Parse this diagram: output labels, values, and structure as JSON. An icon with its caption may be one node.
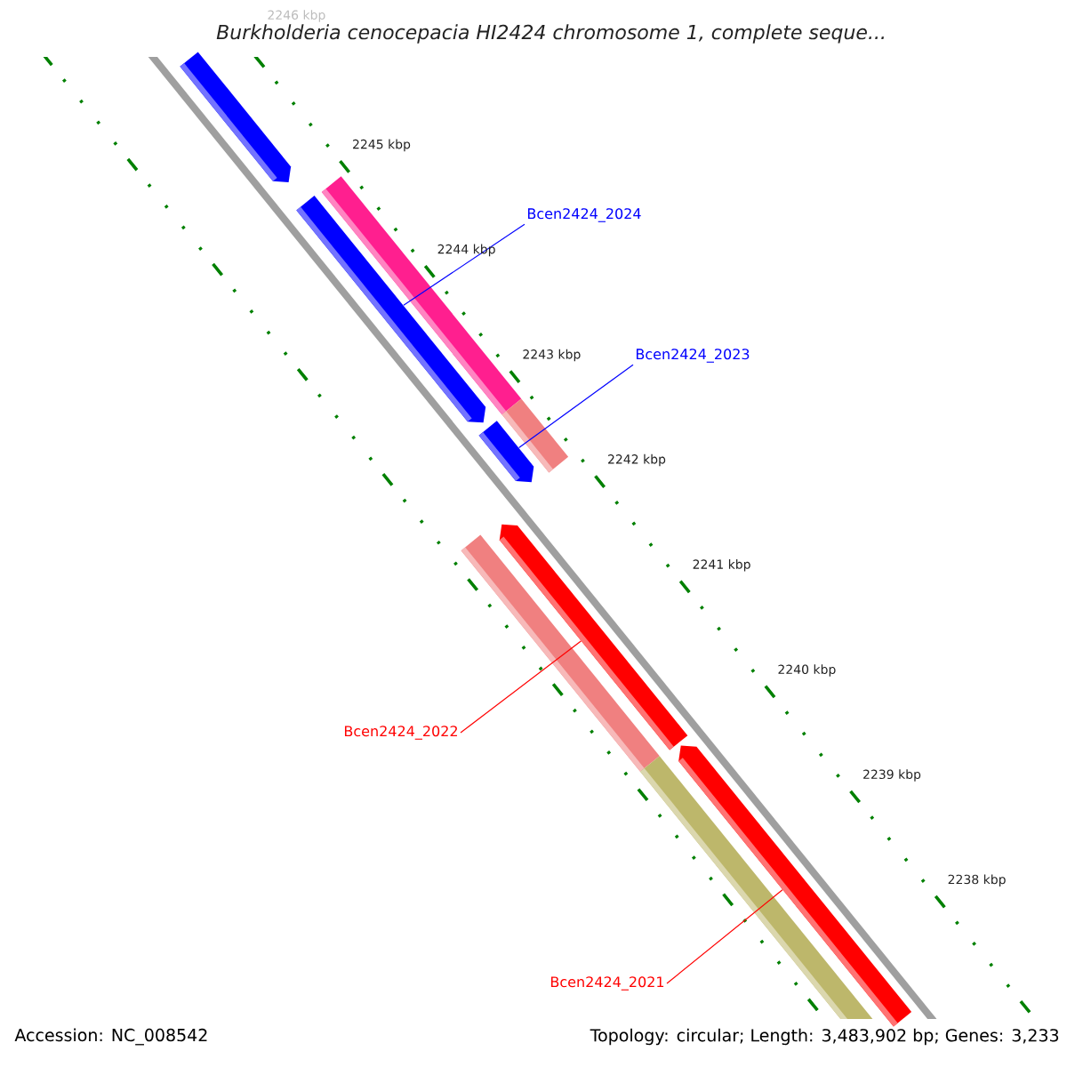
{
  "diagram": {
    "title": "Burkholderia cenocepacia HI2424 chromosome 1, complete seque...",
    "nodes": [
      {
        "text": [],
        "shape": "arrow"
      },
      {
        "text": [
          "Bcen2424_2024"
        ]
      },
      {
        "text": [],
        "shape": "arrow"
      },
      {
        "text": [
          "Bcen2424_2023"
        ]
      },
      {
        "text": [],
        "shape": "arrow"
      },
      {
        "text": [
          "Bcen2424_2022"
        ]
      },
      {
        "text": [],
        "shape": "arrow"
      },
      {
        "text": [
          "Bcen2424_2021"
        ]
      },
      {
        "text": [],
        "shape": "arrow"
      }
    ],
    "edges": [
      {
        "from": 1,
        "to": 2,
        "arrow": "none",
        "color": "#0000ff"
      },
      {
        "from": 3,
        "to": 4,
        "arrow": "none",
        "color": "#0000ff"
      },
      {
        "from": 5,
        "to": 6,
        "arrow": "none",
        "color": "#ff0000"
      },
      {
        "from": 7,
        "to": 8,
        "arrow": "none",
        "color": "#ff0000"
      }
    ],
    "labels": [
      "2246 kbp",
      "2245 kbp",
      "2244 kbp",
      "2243 kbp",
      "2242 kbp",
      "2241 kbp",
      "2240 kbp",
      "2239 kbp",
      "2238 kbp",
      "Accession: NC_008542",
      "Topology: circular; Length: 3,483,902 bp; Genes: 3,233"
    ]
  }
}
